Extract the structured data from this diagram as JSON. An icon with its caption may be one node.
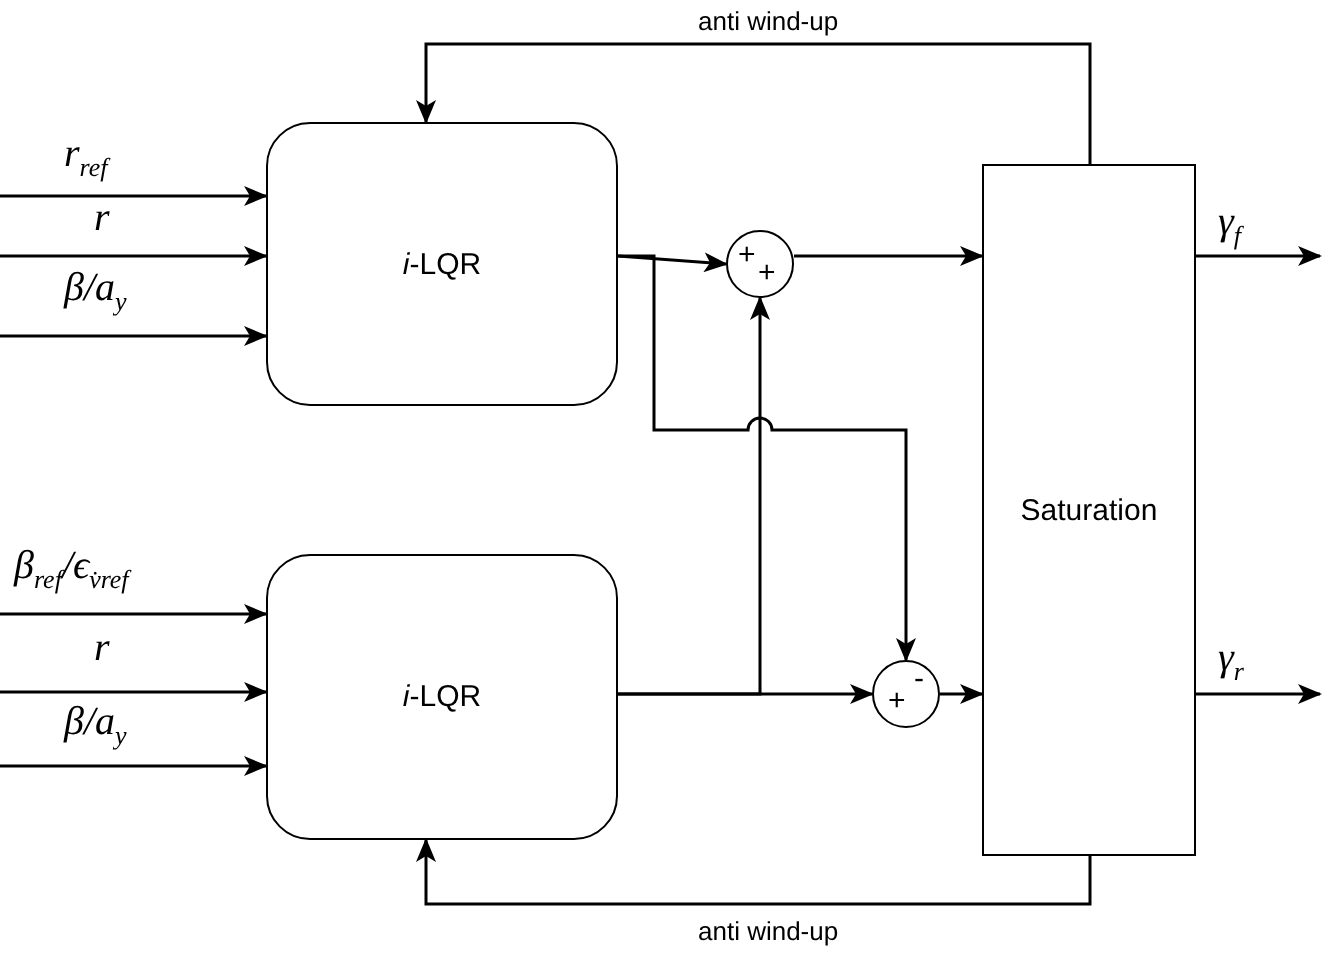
{
  "diagram": {
    "nodes": [
      {
        "text": [
          "*i*-LQR"
        ]
      },
      {
        "text": [
          "*i*-LQR"
        ]
      },
      {
        "text": [
          "+",
          "+"
        ]
      },
      {
        "text": [
          "+",
          "-"
        ]
      },
      {
        "text": [
          "Saturation"
        ]
      }
    ],
    "edges": [
      {
        "from": null,
        "to": 0,
        "arrow": "to",
        "label": "r$_{ref}$"
      },
      {
        "from": null,
        "to": 0,
        "arrow": "to",
        "label": "r"
      },
      {
        "from": null,
        "to": 0,
        "arrow": "to",
        "label": "β/a$_{y}$"
      },
      {
        "from": null,
        "to": 1,
        "arrow": "to",
        "label": "β$_{ref}$/ϵ$_{v̇ref}$"
      },
      {
        "from": null,
        "to": 1,
        "arrow": "to",
        "label": "r"
      },
      {
        "from": null,
        "to": 1,
        "arrow": "to",
        "label": "β/a$_{y}$"
      },
      {
        "from": 0,
        "to": 2,
        "arrow": "to"
      },
      {
        "from": 0,
        "to": 3,
        "arrow": "to"
      },
      {
        "from": 1,
        "to": 3,
        "arrow": "to"
      },
      {
        "from": 1,
        "to": 2,
        "arrow": "to"
      },
      {
        "from": 2,
        "to": 4,
        "arrow": "to"
      },
      {
        "from": 3,
        "to": 4,
        "arrow": "to"
      },
      {
        "from": 4,
        "to": null,
        "arrow": "to",
        "label": "γ$_{f}$"
      },
      {
        "from": 4,
        "to": null,
        "arrow": "to",
        "label": "γ$_{r}$"
      },
      {
        "from": 4,
        "to": 0,
        "arrow": "to",
        "label": "anti wind-up"
      },
      {
        "from": 4,
        "to": 1,
        "arrow": "to",
        "label": "anti wind-up"
      }
    ]
  }
}
